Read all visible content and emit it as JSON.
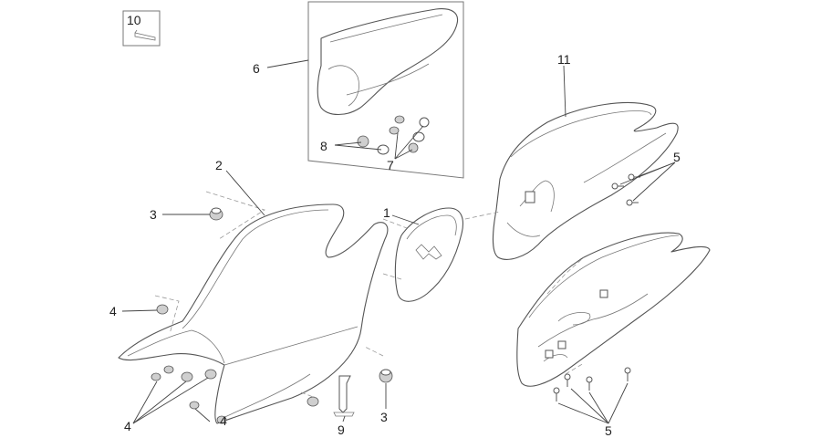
{
  "diagram": {
    "callouts": {
      "c1": "1",
      "c2": "2",
      "c3a": "3",
      "c3b": "3",
      "c4a": "4",
      "c4b": "4",
      "c4c": "4",
      "c5a": "5",
      "c5b": "5",
      "c6": "6",
      "c7": "7",
      "c8": "8",
      "c9": "9",
      "c10": "10",
      "c11": "11"
    }
  }
}
